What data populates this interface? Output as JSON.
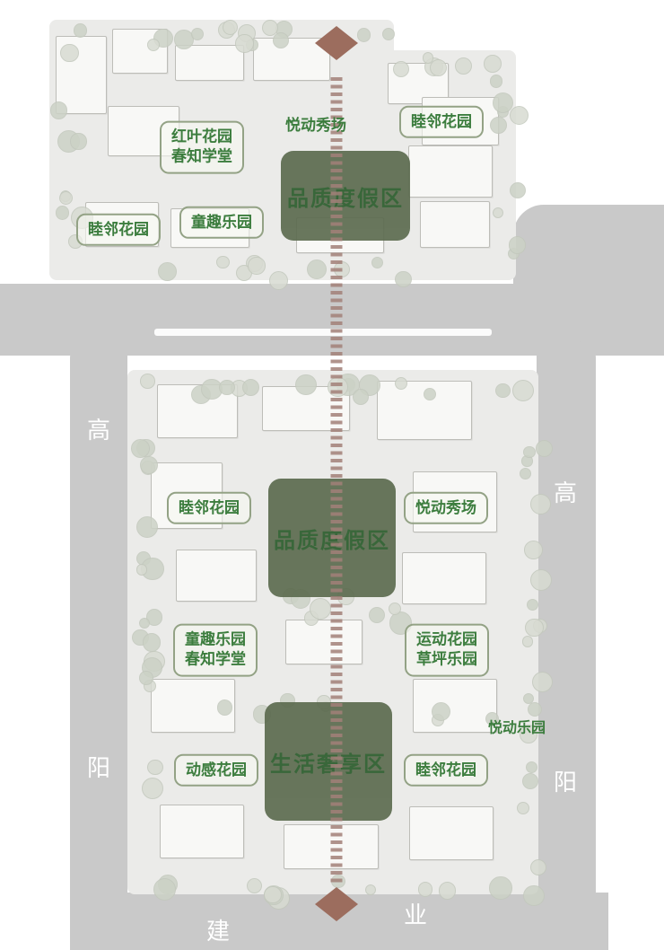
{
  "zones": {
    "major": [
      {
        "id": "resort-top",
        "label": "品质度假区"
      },
      {
        "id": "resort-mid",
        "label": "品质度假区"
      },
      {
        "id": "life-luxury",
        "label": "生活奢享区"
      }
    ],
    "minor": [
      {
        "id": "redleaf-garden-spring-school",
        "line1": "红叶花园",
        "line2": "春知学堂"
      },
      {
        "id": "joy-show-top",
        "line1": "悦动秀场"
      },
      {
        "id": "neighbor-garden-top-right",
        "line1": "睦邻花园"
      },
      {
        "id": "neighbor-garden-top-left",
        "line1": "睦邻花园"
      },
      {
        "id": "kids-fun-park-top",
        "line1": "童趣乐园"
      },
      {
        "id": "neighbor-garden-mid",
        "line1": "睦邻花园"
      },
      {
        "id": "joy-show-mid",
        "line1": "悦动秀场"
      },
      {
        "id": "kids-fun-spring-school",
        "line1": "童趣乐园",
        "line2": "春知学堂"
      },
      {
        "id": "sports-garden-lawn-park",
        "line1": "运动花园",
        "line2": "草坪乐园"
      },
      {
        "id": "joy-fun-park",
        "line1": "悦动乐园"
      },
      {
        "id": "dynamic-garden",
        "line1": "动感花园"
      },
      {
        "id": "neighbor-garden-bottom",
        "line1": "睦邻花园"
      }
    ]
  },
  "roads": {
    "labels": [
      {
        "id": "gao-left",
        "text": "高"
      },
      {
        "id": "yang-left",
        "text": "阳"
      },
      {
        "id": "gao-right",
        "text": "高"
      },
      {
        "id": "yang-right",
        "text": "阳"
      },
      {
        "id": "jian-bottom",
        "text": "建"
      },
      {
        "id": "ye-bottom",
        "text": "业"
      }
    ]
  },
  "colors": {
    "zone_text": "#3c7d3e",
    "minor_box_border": "#93a285",
    "minor_box_fill": "rgba(246,248,242,0.6)",
    "major_zone_fill": "#5c6b4f",
    "major_zone_text": "#2a5c2c",
    "axis_dash": "#a28078",
    "axis_arrow": "#9c6d5e",
    "road_fill": "#c9c9c9",
    "road_label_text": "#ffffff"
  }
}
